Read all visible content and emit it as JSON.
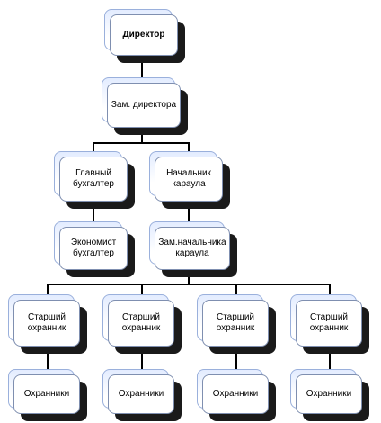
{
  "nodes": {
    "director": "Директор",
    "deputy_director": "Зам. директора",
    "chief_accountant": "Главный бухгалтер",
    "head_guard": "Начальник караула",
    "economist": "Экономист бухгалтер",
    "deputy_head_guard": "Зам.начальника караула",
    "senior_guard_1": "Старший охранник",
    "senior_guard_2": "Старший охранник",
    "senior_guard_3": "Старший охранник",
    "senior_guard_4": "Старший охранник",
    "guards_1": "Охранники",
    "guards_2": "Охранники",
    "guards_3": "Охранники",
    "guards_4": "Охранники"
  },
  "colors": {
    "shadow": "#1a1a1a",
    "back_fill": "#e3ecff",
    "border": "#7f8fb0",
    "line": "#000000"
  }
}
